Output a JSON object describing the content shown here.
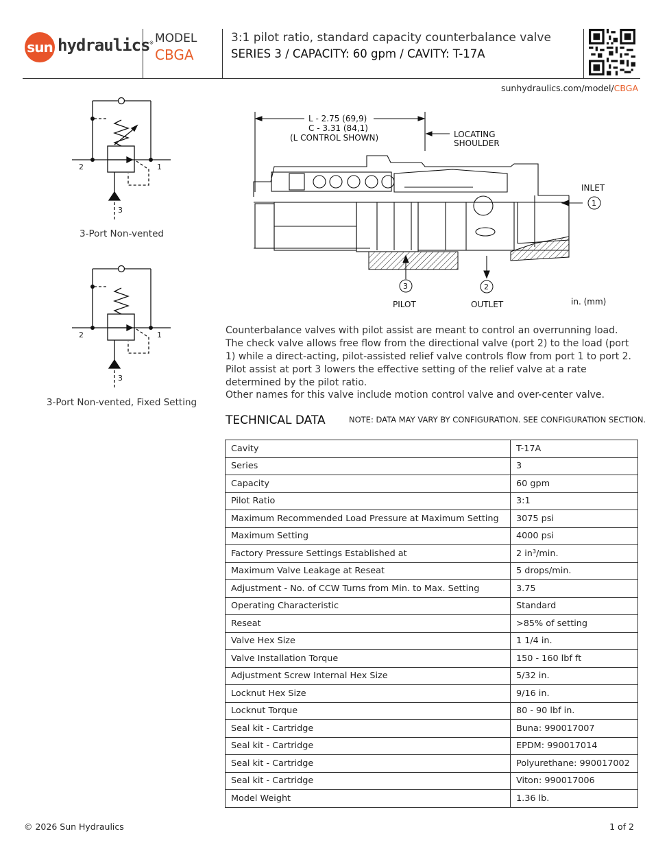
{
  "header": {
    "logo_sun": "sun",
    "logo_word": "hydraulics",
    "logo_reg": "®",
    "model_label": "MODEL",
    "model_code": "CBGA",
    "description": "3:1 pilot ratio, standard capacity counterbalance valve",
    "series_line": "SERIES 3 / CAPACITY: 60 gpm / CAVITY: T-17A",
    "url_prefix": "sunhydraulics.com/model/",
    "url_model": "CBGA"
  },
  "schematics": [
    {
      "caption": "3-Port Non-vented",
      "port_2": "2",
      "port_1": "1",
      "port_3": "3"
    },
    {
      "caption": "3-Port Non-vented, Fixed Setting",
      "port_2": "2",
      "port_1": "1",
      "port_3": "3"
    }
  ],
  "drawing": {
    "dim_l": "L - 2.75 (69,9)",
    "dim_c": "C - 3.31 (84,1)",
    "dim_note": "(L CONTROL SHOWN)",
    "locating_1": "LOCATING",
    "locating_2": "SHOULDER",
    "inlet": "INLET",
    "inlet_num": "1",
    "pilot": "PILOT",
    "pilot_num": "3",
    "outlet": "OUTLET",
    "outlet_num": "2",
    "units": "in. (mm)"
  },
  "description": {
    "para1": "Counterbalance valves with pilot assist are meant to control an overrunning load. The check valve allows free flow from the directional valve (port 2) to the load (port 1) while a direct-acting, pilot-assisted relief valve controls flow from port 1 to port 2. Pilot assist at port 3 lowers the effective setting of the relief valve at a rate determined by the pilot ratio.",
    "para2": "Other names for this valve include motion control valve and over-center valve."
  },
  "technical": {
    "title": "TECHNICAL DATA",
    "note": "NOTE: DATA MAY VARY BY CONFIGURATION. SEE CONFIGURATION SECTION.",
    "rows": [
      {
        "label": "Cavity",
        "value": "T-17A"
      },
      {
        "label": "Series",
        "value": "3"
      },
      {
        "label": "Capacity",
        "value": "60 gpm"
      },
      {
        "label": "Pilot Ratio",
        "value": "3:1"
      },
      {
        "label": "Maximum Recommended Load Pressure at Maximum Setting",
        "value": "3075 psi"
      },
      {
        "label": "Maximum Setting",
        "value": "4000 psi"
      },
      {
        "label": "Factory Pressure Settings Established at",
        "value": "2 in³/min."
      },
      {
        "label": "Maximum Valve Leakage at Reseat",
        "value": "5 drops/min."
      },
      {
        "label": "Adjustment - No. of CCW Turns from Min. to Max. Setting",
        "value": "3.75"
      },
      {
        "label": "Operating Characteristic",
        "value": "Standard"
      },
      {
        "label": "Reseat",
        "value": ">85% of setting"
      },
      {
        "label": "Valve Hex Size",
        "value": "1 1/4 in."
      },
      {
        "label": "Valve Installation Torque",
        "value": "150 - 160 lbf ft"
      },
      {
        "label": "Adjustment Screw Internal Hex Size",
        "value": "5/32 in."
      },
      {
        "label": "Locknut Hex Size",
        "value": "9/16 in."
      },
      {
        "label": "Locknut Torque",
        "value": "80 - 90 lbf in."
      },
      {
        "label": "Seal kit - Cartridge",
        "value": "Buna: 990017007"
      },
      {
        "label": "Seal kit - Cartridge",
        "value": "EPDM: 990017014"
      },
      {
        "label": "Seal kit - Cartridge",
        "value": "Polyurethane: 990017002"
      },
      {
        "label": "Seal kit - Cartridge",
        "value": "Viton: 990017006"
      },
      {
        "label": "Model Weight",
        "value": "1.36 lb."
      }
    ]
  },
  "footer": {
    "copyright": "© 2026 Sun Hydraulics",
    "page": "1 of 2"
  }
}
